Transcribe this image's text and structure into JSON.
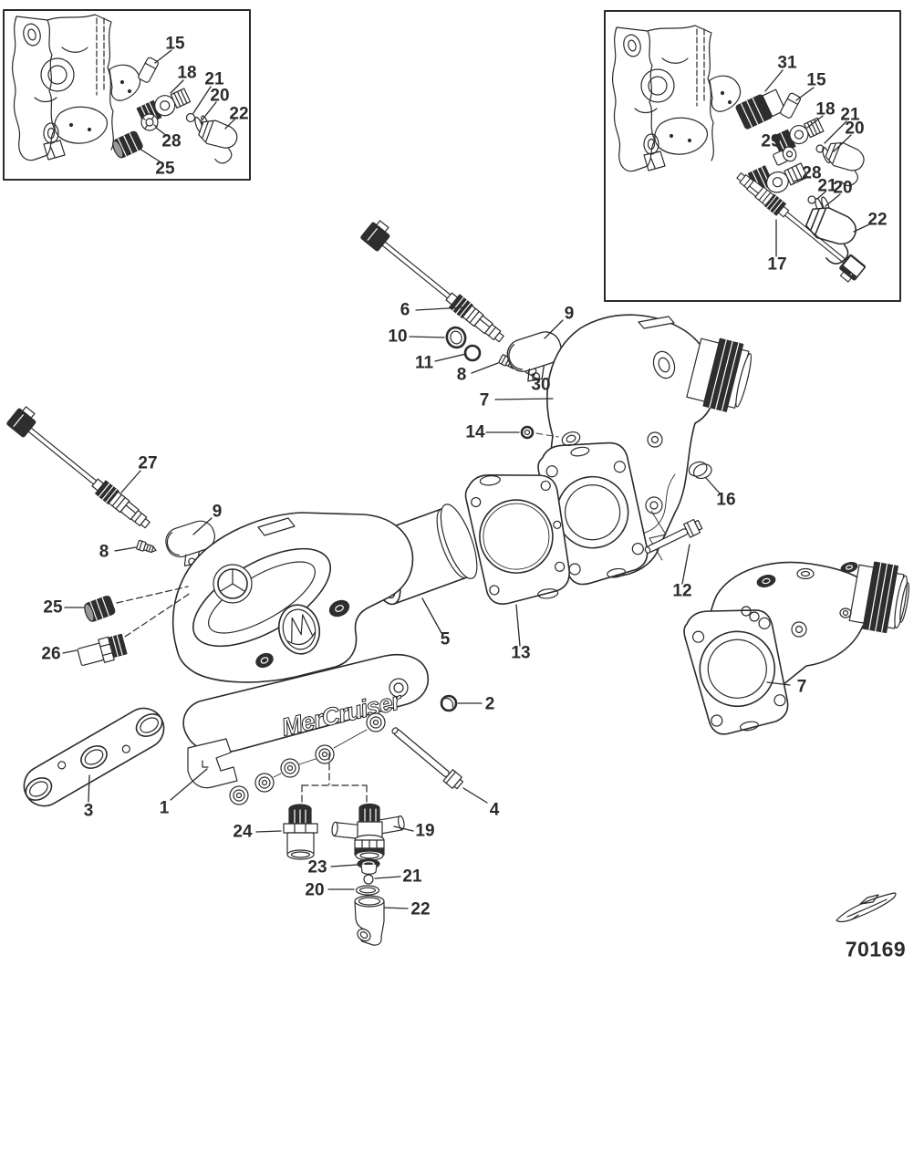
{
  "figure": {
    "part_number": "70169"
  },
  "brand": {
    "engine_script": "MerCruiser"
  },
  "callouts": {
    "inset_top_left": [
      "15",
      "18",
      "21",
      "20",
      "22",
      "28",
      "25"
    ],
    "inset_top_right": [
      "31",
      "15",
      "18",
      "21",
      "20",
      "29",
      "28",
      "21",
      "20",
      "22",
      "17"
    ],
    "main": [
      "6",
      "10",
      "11",
      "8",
      "30",
      "9",
      "7",
      "14",
      "16",
      "12",
      "13",
      "5",
      "2",
      "27",
      "9",
      "8",
      "25",
      "26",
      "1",
      "3",
      "4",
      "24",
      "19",
      "23",
      "21",
      "20",
      "22",
      "7"
    ]
  },
  "colors": {
    "line": "#2a2a2a",
    "dark_fill": "#2e2e2e",
    "background": "#ffffff",
    "label_text": "#2b2b2b"
  }
}
